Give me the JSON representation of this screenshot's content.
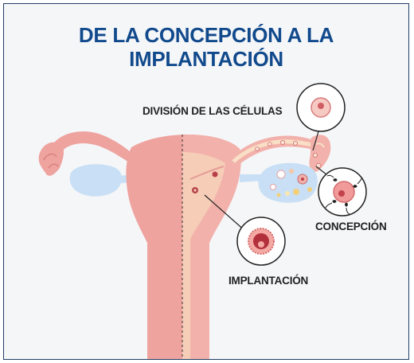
{
  "title_line1": "DE LA CONCEPCIÓN A LA",
  "title_line2": "IMPLANTACIÓN",
  "labels": {
    "division": "DIVISIÓN DE LAS CÉLULAS",
    "concepcion": "CONCEPCIÓN",
    "implantacion": "IMPLANTACIÓN"
  },
  "colors": {
    "title": "#114a8c",
    "border": "#1f3f66",
    "uterus_outer": "#eea39f",
    "uterus_inner_cut": "#f6cdb7",
    "ovary": "#c8dff5",
    "tube_cut": "#f9dfc5"
  }
}
